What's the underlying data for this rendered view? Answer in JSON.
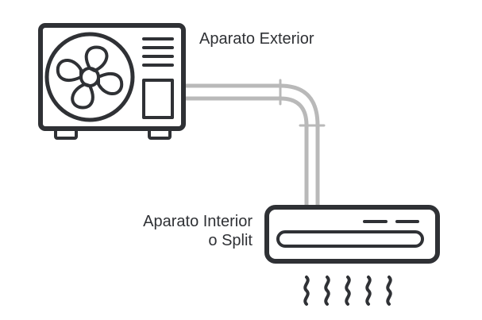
{
  "labels": {
    "exterior": "Aparato Exterior",
    "interior_line_1": "Aparato Interior",
    "interior_line_2": "o Split"
  },
  "colors": {
    "outline": "#2f3135",
    "pipe": "#b9b9b9",
    "text": "#2f3135"
  },
  "icons": {
    "outdoor_unit": "outdoor-ac-unit-icon",
    "fan": "fan-icon",
    "indoor_unit": "indoor-split-ac-icon",
    "airflow": "airflow-wave-icon"
  }
}
